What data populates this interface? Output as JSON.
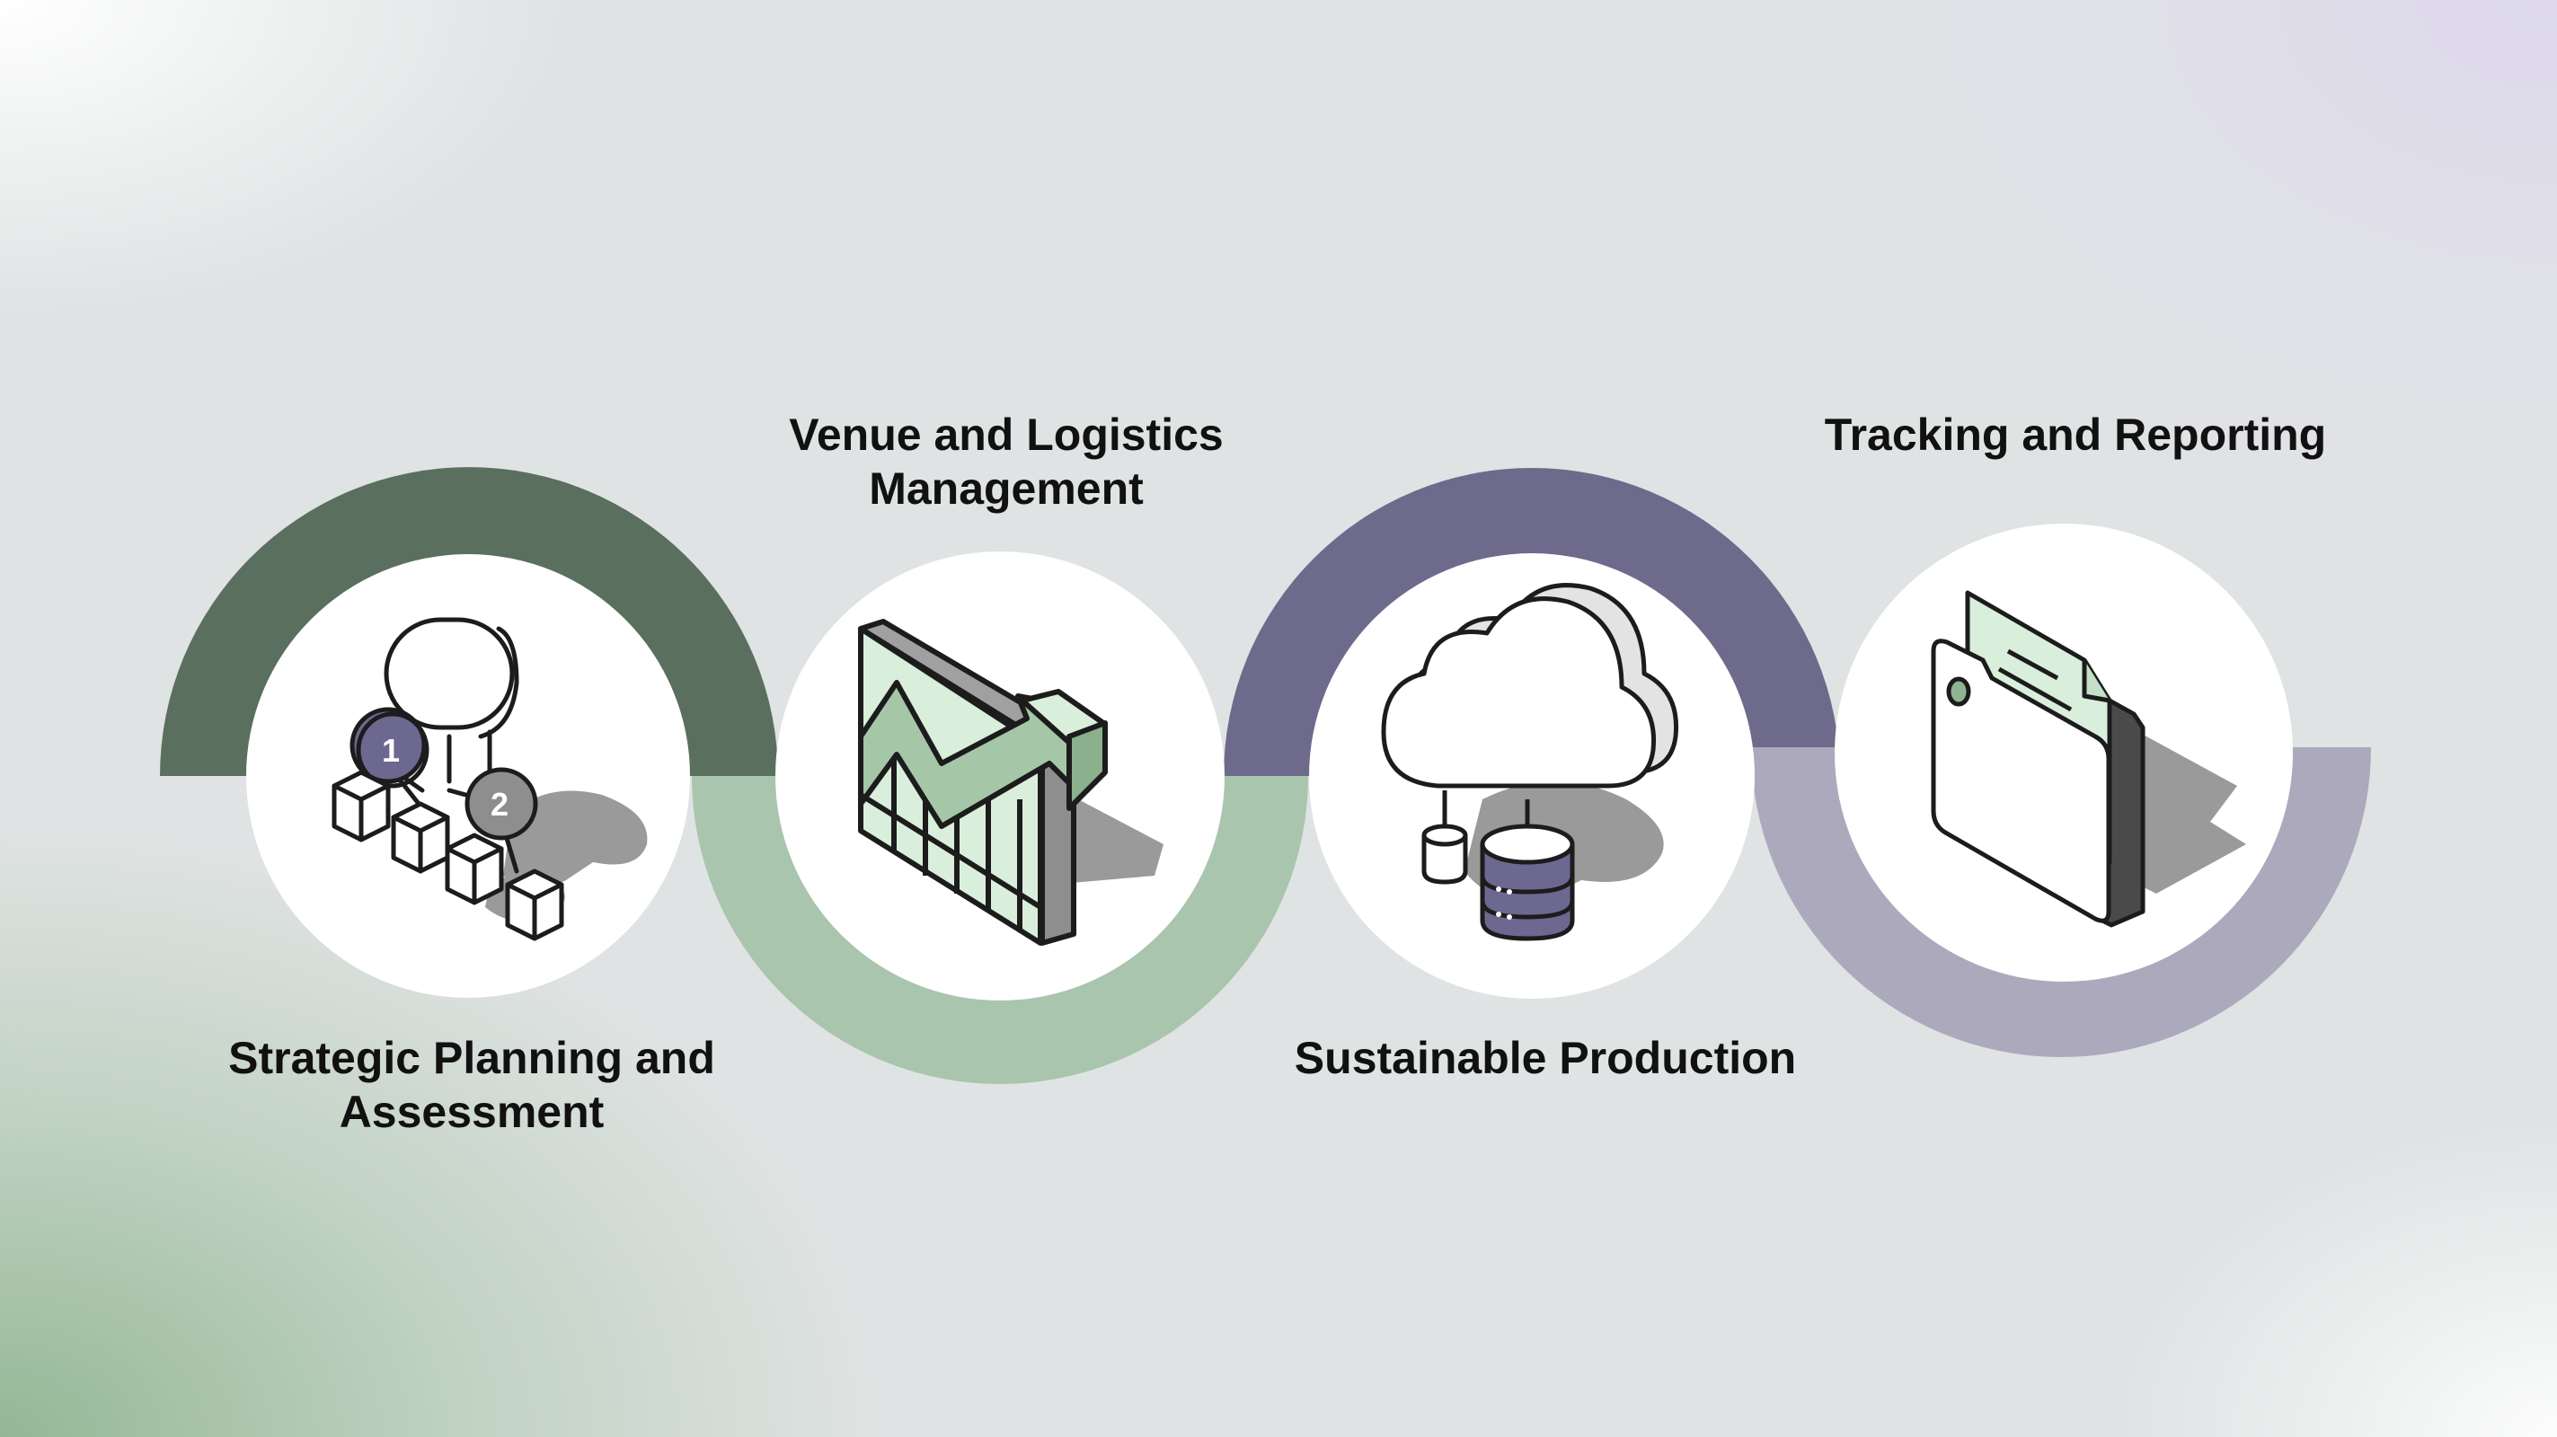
{
  "colors": {
    "arc_dark_green": "#5a6f5e",
    "arc_light_green": "#a9c5ad",
    "arc_dark_purple": "#6e6a8c",
    "arc_light_purple": "#ada9bd",
    "circle_fill": "#ffffff",
    "icon_accent_purple": "#6d6890",
    "icon_accent_green": "#a5c7a8",
    "icon_light_green": "#d9eedb",
    "icon_gray": "#8e8e8e",
    "icon_shadow": "#9a9a9a"
  },
  "steps": [
    {
      "icon": "hierarchy-flowchart-icon",
      "label_lines": [
        "Strategic Planning and",
        "Assessment"
      ],
      "badges": [
        "1",
        "2"
      ]
    },
    {
      "icon": "growth-chart-icon",
      "label_lines": [
        "Venue and Logistics",
        "Management"
      ]
    },
    {
      "icon": "cloud-database-icon",
      "label_lines": [
        "Sustainable Production"
      ]
    },
    {
      "icon": "document-folder-icon",
      "label_lines": [
        "Tracking and Reporting"
      ]
    }
  ]
}
